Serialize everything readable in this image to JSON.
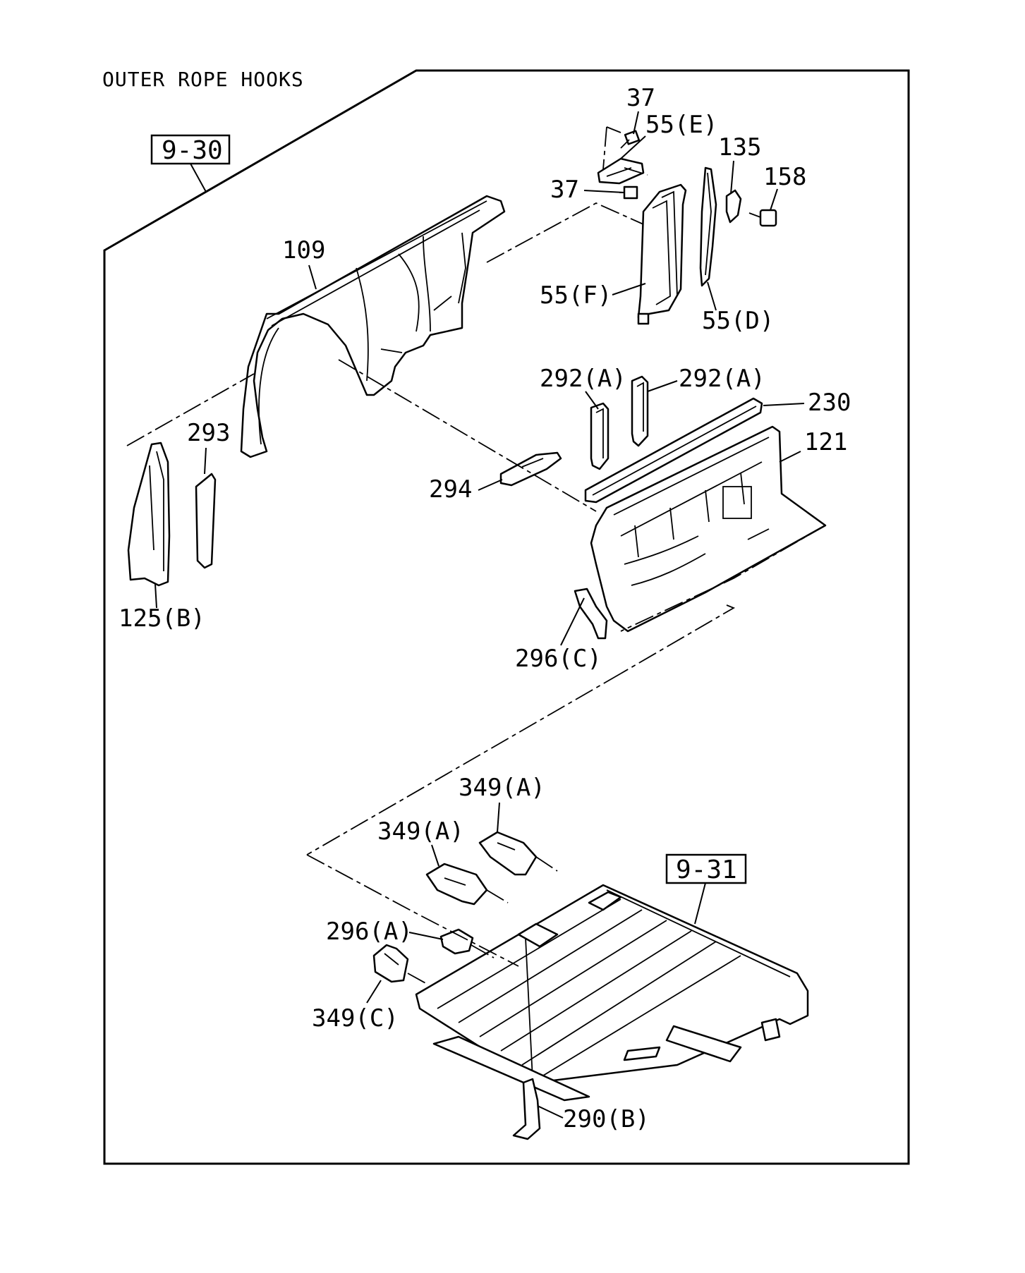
{
  "title": "OUTER ROPE HOOKS",
  "refs": {
    "ref_9_30": "9-30",
    "ref_9_31": "9-31"
  },
  "parts": {
    "p37a": "37",
    "p55e": "55(E)",
    "p37b": "37",
    "p135": "135",
    "p158": "158",
    "p109": "109",
    "p55f": "55(F)",
    "p55d": "55(D)",
    "p292a1": "292(A)",
    "p292a2": "292(A)",
    "p230": "230",
    "p293": "293",
    "p121": "121",
    "p294": "294",
    "p125b": "125(B)",
    "p296c": "296(C)",
    "p349a1": "349(A)",
    "p349a2": "349(A)",
    "p296a": "296(A)",
    "p349c": "349(C)",
    "p290b": "290(B)"
  }
}
